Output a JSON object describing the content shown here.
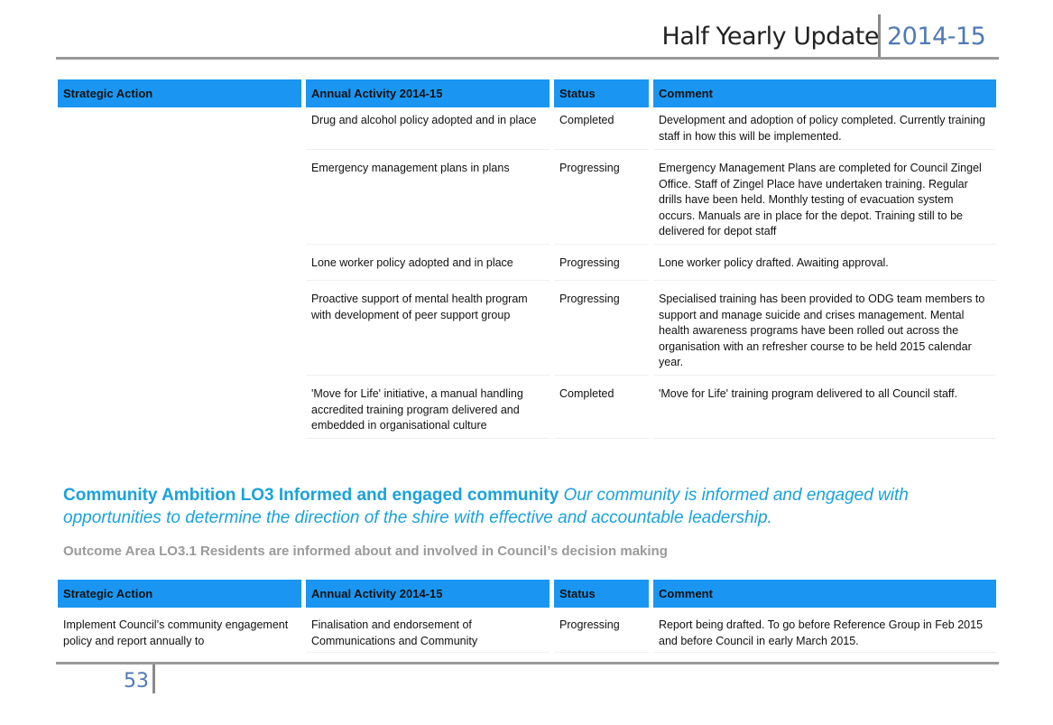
{
  "header": {
    "title": "Half Yearly Update",
    "year": "2014-15"
  },
  "table1": {
    "columns": [
      "Strategic Action",
      "Annual Activity 2014-15",
      "Status",
      "Comment"
    ],
    "rows": [
      {
        "strategic_action": "",
        "activity": "Drug and alcohol policy adopted and in place",
        "status": "Completed",
        "comment": "Development and adoption of policy completed.  Currently training staff in how this will be implemented."
      },
      {
        "strategic_action": "",
        "activity": "Emergency management plans in plans",
        "status": "Progressing",
        "comment": "Emergency Management Plans are completed for Council Zingel Office.  Staff of Zingel Place have undertaken training.  Regular drills have been held.  Monthly testing of evacuation system occurs.  Manuals are in place for the depot.  Training still to be delivered for depot staff"
      },
      {
        "strategic_action": "",
        "activity": "Lone worker policy adopted and in place",
        "status": "Progressing",
        "comment": "Lone worker policy drafted.  Awaiting approval."
      },
      {
        "strategic_action": "",
        "activity": "Proactive support of mental health program with development of peer support group",
        "status": "Progressing",
        "comment": "Specialised training has been provided to ODG team members to support and manage suicide and crises management.  Mental health awareness programs have been rolled out across the organisation with an refresher course to be held 2015 calendar year."
      },
      {
        "strategic_action": "",
        "activity": "'Move for Life' initiative, a manual handling accredited training program delivered and embedded in organisational culture",
        "status": "Completed",
        "comment": "'Move for Life' training program delivered to all Council staff."
      }
    ]
  },
  "ambition": {
    "bold": "Community Ambition LO3 Informed and engaged community",
    "italic": "Our community is informed and engaged with opportunities to determine the direction of the shire with effective and accountable leadership."
  },
  "outcome_area": "Outcome Area LO3.1 Residents are informed about and involved in Council’s decision making",
  "table2": {
    "columns": [
      "Strategic Action",
      "Annual Activity 2014-15",
      "Status",
      "Comment"
    ],
    "rows": [
      {
        "strategic_action": "Implement Council’s community engagement policy and report annually to",
        "activity": "Finalisation and endorsement of Communications and Community",
        "status": "Progressing",
        "comment": "Report being drafted. To go before Reference Group in Feb 2015 and before Council in early March 2015."
      }
    ]
  },
  "footer": {
    "page_number": "53"
  }
}
